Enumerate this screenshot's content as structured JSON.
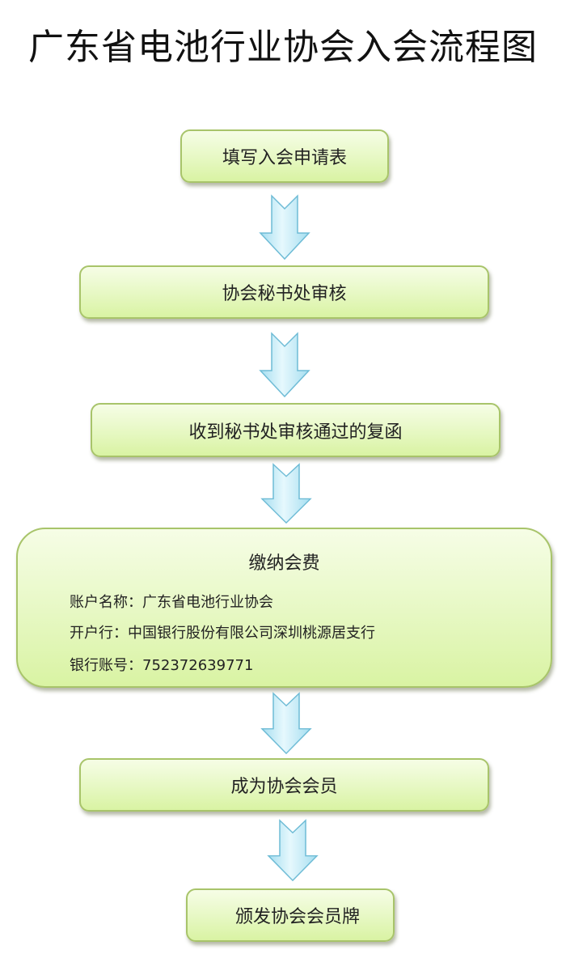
{
  "title": "广东省电池行业协会入会流程图",
  "steps": [
    {
      "label": "填写入会申请表"
    },
    {
      "label": "协会秘书处审核"
    },
    {
      "label": "收到秘书处审核通过的复函"
    },
    {
      "label": "缴纳会费",
      "details": [
        {
          "key": "账户名称：",
          "value": "广东省电池行业协会"
        },
        {
          "key": "开户行：",
          "value": "中国银行股份有限公司深圳桃源居支行"
        },
        {
          "key": "银行账号：",
          "value": "752372639771"
        }
      ]
    },
    {
      "label": "成为协会会员"
    },
    {
      "label": "颁发协会会员牌"
    }
  ],
  "arrows": [
    {
      "icon": "down-arrow-icon",
      "from": "填写入会申请表",
      "to": "协会秘书处审核"
    },
    {
      "icon": "down-arrow-icon",
      "from": "协会秘书处审核",
      "to": "收到秘书处审核通过的复函"
    },
    {
      "icon": "down-arrow-icon",
      "from": "收到秘书处审核通过的复函",
      "to": "缴纳会费"
    },
    {
      "icon": "down-arrow-icon",
      "from": "缴纳会费",
      "to": "成为协会会员"
    },
    {
      "icon": "down-arrow-icon",
      "from": "成为协会会员",
      "to": "颁发协会会员牌"
    }
  ],
  "colors": {
    "box_fill_top": "#f6fde6",
    "box_fill_bottom": "#d9f3a3",
    "box_border": "#a8c46a",
    "arrow_fill_light": "#e6f8fd",
    "arrow_fill_dark": "#a6def0",
    "arrow_border": "#6fbcd6"
  }
}
